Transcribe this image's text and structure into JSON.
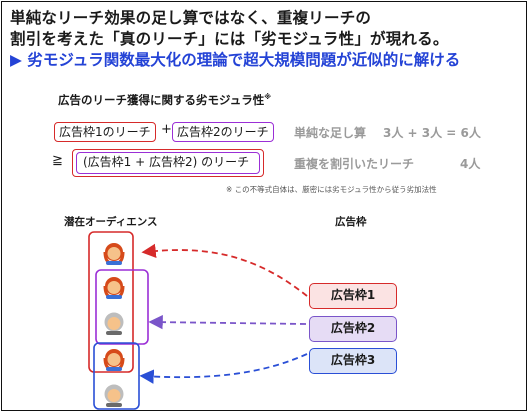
{
  "title": {
    "line1": "単純なリーチ効果の足し算ではなく、重複リーチの",
    "line2": "割引を考えた「真のリーチ」には「劣モジュラ性」が現れる。",
    "line3": "▶ 劣モジュラ関数最大化の理論で超大規模問題が近似的に解ける"
  },
  "section": {
    "heading": "広告のリーチ獲得に関する劣モジュラ性",
    "heading_mark": "※"
  },
  "row1": {
    "box1": "広告枠1のリーチ",
    "plus": "+",
    "box2": "広告枠2のリーチ",
    "label": "単純な足し算",
    "value": "3人 + 3人 = 6人"
  },
  "row2": {
    "geq": "≧",
    "box_prefix": "(広告枠1 + 広告枠2) のリーチ",
    "label": "重複を割引いたリーチ",
    "value": "4人"
  },
  "note": "※ この不等式自体は、厳密には劣モジュラ性から従う劣加法性",
  "diagram": {
    "audience_label": "潜在オーディエンス",
    "slots_label": "広告枠",
    "slots": [
      {
        "label": "広告枠1",
        "color": "#d62a2a"
      },
      {
        "label": "広告枠2",
        "color": "#7a55c9"
      },
      {
        "label": "広告枠3",
        "color": "#2a4fd6"
      }
    ],
    "people": [
      {
        "kind": "red-hair"
      },
      {
        "kind": "red-hair"
      },
      {
        "kind": "elder"
      },
      {
        "kind": "red-hair"
      },
      {
        "kind": "elder"
      }
    ]
  }
}
